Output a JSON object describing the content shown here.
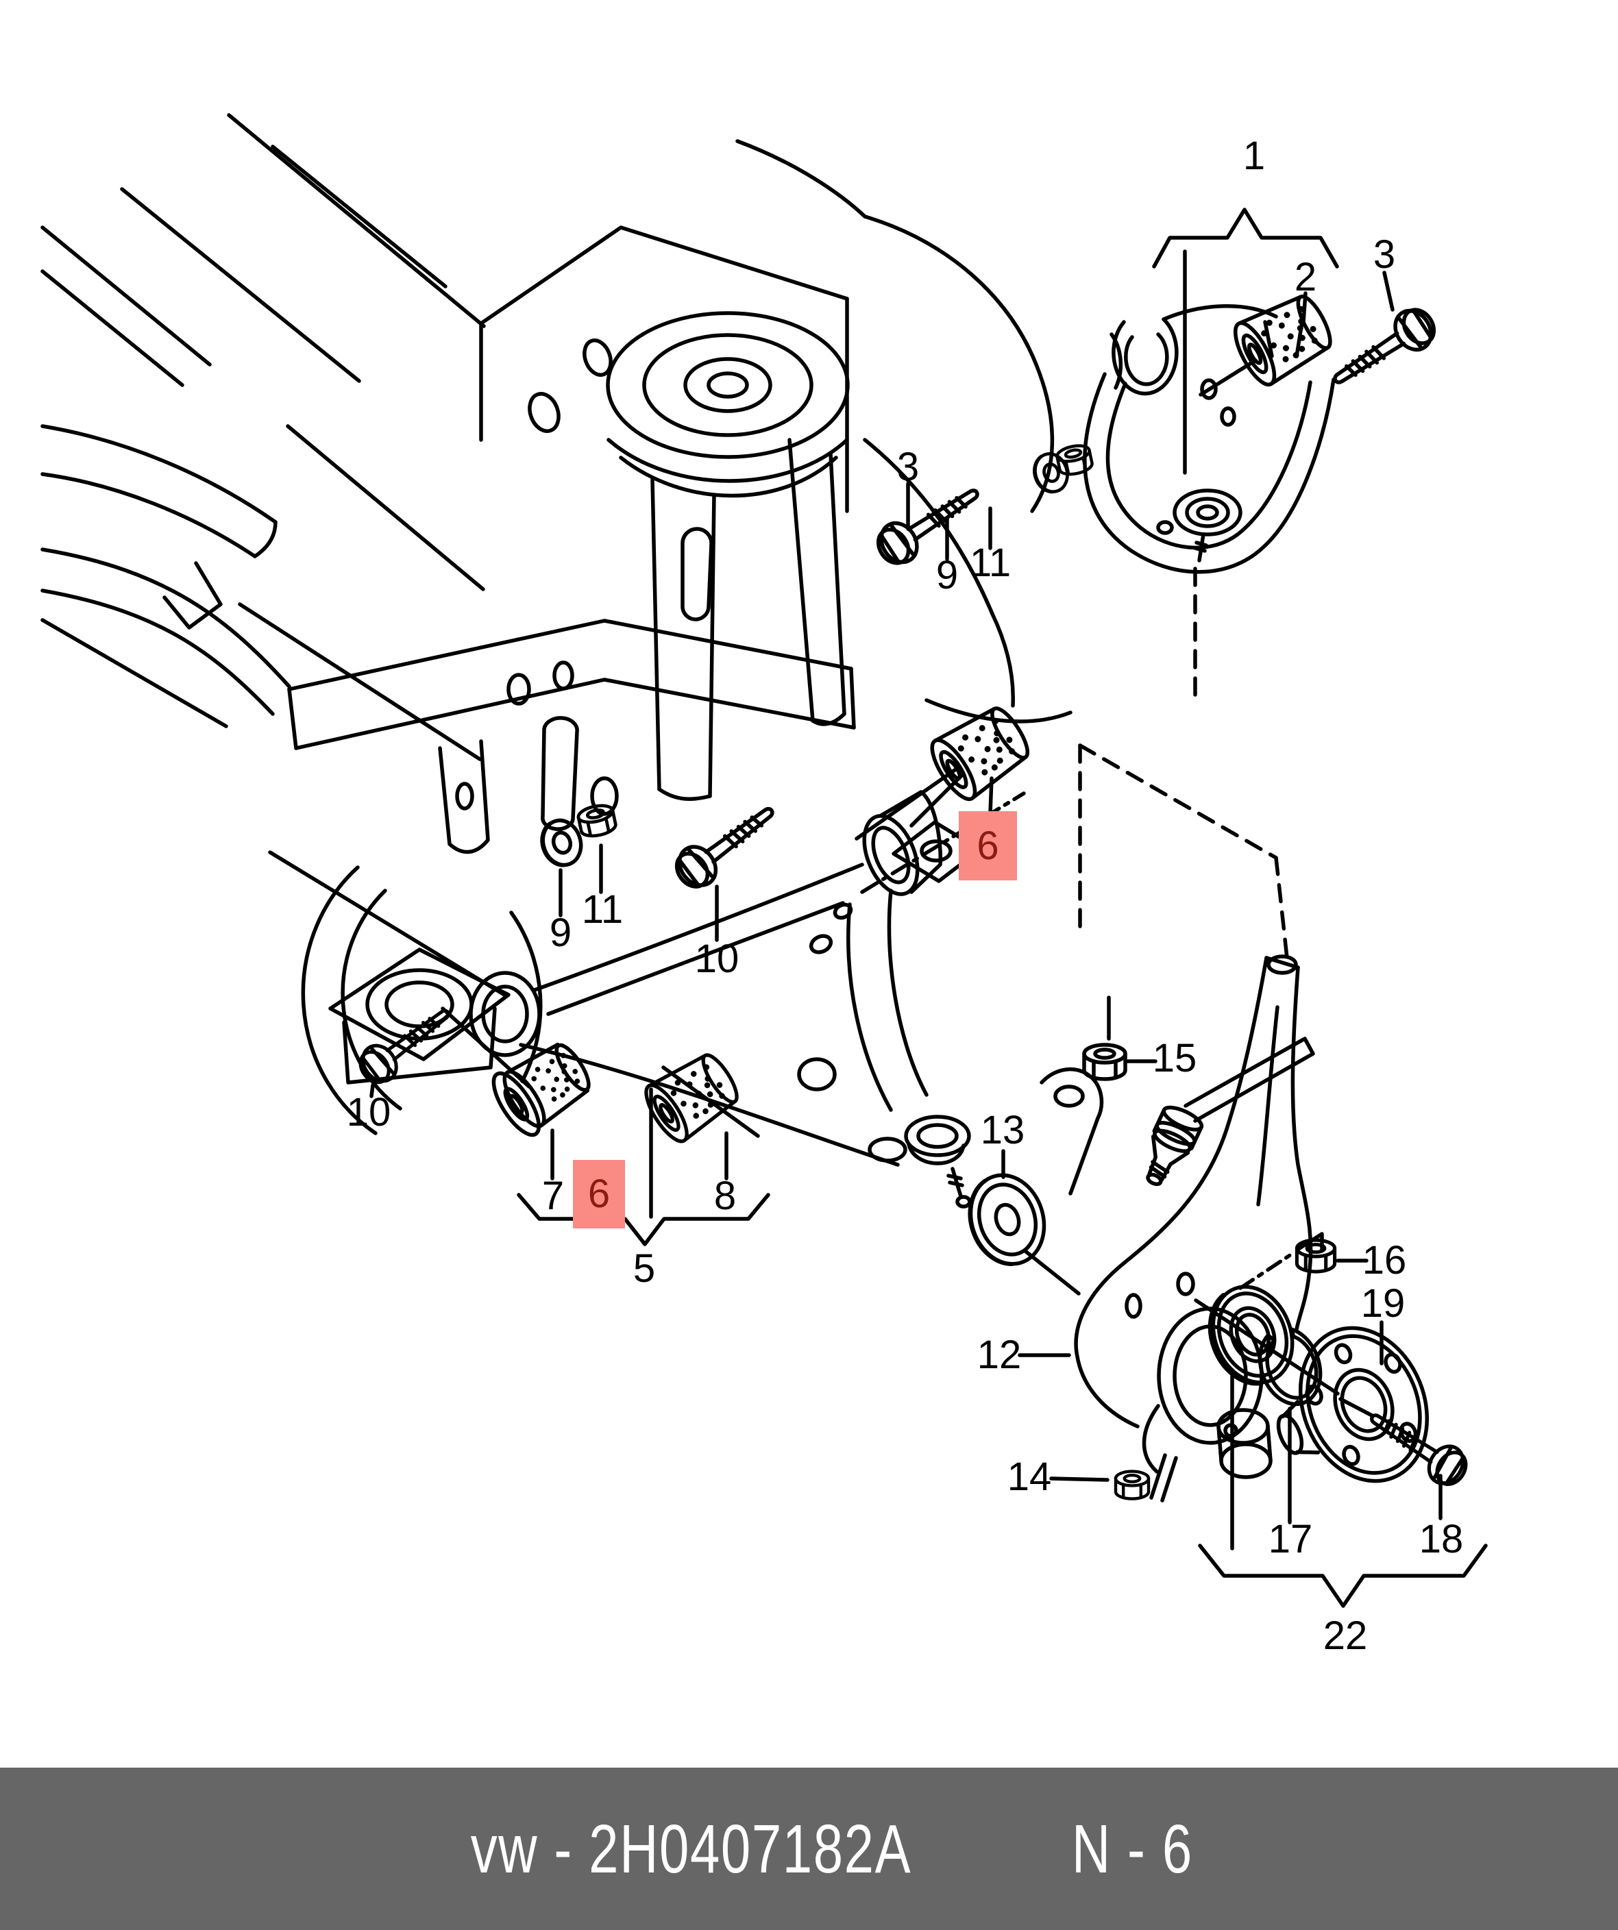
{
  "figure": {
    "kind": "exploded-parts-diagram",
    "subject": "front axle suspension: control arms, knuckle, wheel bearing and hub"
  },
  "colors": {
    "background": "#ffffff",
    "line": "#000000",
    "highlight_bg": "#f98b84",
    "highlight_fg": "#8a1a12",
    "footer_bg": "#666666",
    "footer_fg": "#ffffff"
  },
  "callouts": [
    {
      "id": "c1",
      "text": "1",
      "highlighted": false
    },
    {
      "id": "c2",
      "text": "2",
      "highlighted": false
    },
    {
      "id": "c3a",
      "text": "3",
      "highlighted": false
    },
    {
      "id": "c3b",
      "text": "3",
      "highlighted": false
    },
    {
      "id": "c9a",
      "text": "9",
      "highlighted": false
    },
    {
      "id": "c11a",
      "text": "11",
      "highlighted": false
    },
    {
      "id": "c6a",
      "text": "6",
      "highlighted": true
    },
    {
      "id": "c9b",
      "text": "9",
      "highlighted": false
    },
    {
      "id": "c11b",
      "text": "11",
      "highlighted": false
    },
    {
      "id": "c10a",
      "text": "10",
      "highlighted": false
    },
    {
      "id": "c10b",
      "text": "10",
      "highlighted": false
    },
    {
      "id": "c7",
      "text": "7",
      "highlighted": false
    },
    {
      "id": "c6b",
      "text": "6",
      "highlighted": true
    },
    {
      "id": "c8",
      "text": "8",
      "highlighted": false
    },
    {
      "id": "c5",
      "text": "5",
      "highlighted": false
    },
    {
      "id": "c13",
      "text": "13",
      "highlighted": false
    },
    {
      "id": "c15",
      "text": "15",
      "highlighted": false
    },
    {
      "id": "c12",
      "text": "12",
      "highlighted": false
    },
    {
      "id": "c14",
      "text": "14",
      "highlighted": false
    },
    {
      "id": "c16",
      "text": "16",
      "highlighted": false
    },
    {
      "id": "c19",
      "text": "19",
      "highlighted": false
    },
    {
      "id": "c17",
      "text": "17",
      "highlighted": false
    },
    {
      "id": "c18",
      "text": "18",
      "highlighted": false
    },
    {
      "id": "c22",
      "text": "22",
      "highlighted": false
    }
  ],
  "footer": {
    "left_code": "vw - 2H0407182A",
    "right_code": "N - 6"
  }
}
